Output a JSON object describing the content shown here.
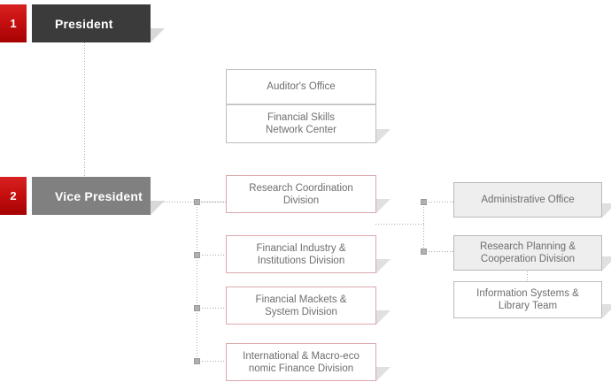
{
  "org_chart": {
    "levels": [
      {
        "number": "1",
        "title": "President",
        "style_color": "#3b3b3b"
      },
      {
        "number": "2",
        "title": "Vice President",
        "style_color": "#808080"
      }
    ],
    "badge_color": "#c61010",
    "staff_units": [
      {
        "label": "Auditor's Office"
      },
      {
        "label": "Financial Skills\nNetwork Center"
      }
    ],
    "divisions": [
      {
        "label": "Research Coordination\nDivision"
      },
      {
        "label": "Financial Industry &\nInstitutions Division"
      },
      {
        "label": "Financial Mackets &\nSystem Division"
      },
      {
        "label": "International & Macro-eco\nnomic Finance Division"
      }
    ],
    "support_units": [
      {
        "label": "Administrative Office",
        "fill": "#eeeeee"
      },
      {
        "label": "Research Planning &\nCooperation Division",
        "fill": "#eeeeee"
      },
      {
        "label": "Information Systems &\nLibrary Team",
        "fill": "#ffffff"
      }
    ]
  }
}
